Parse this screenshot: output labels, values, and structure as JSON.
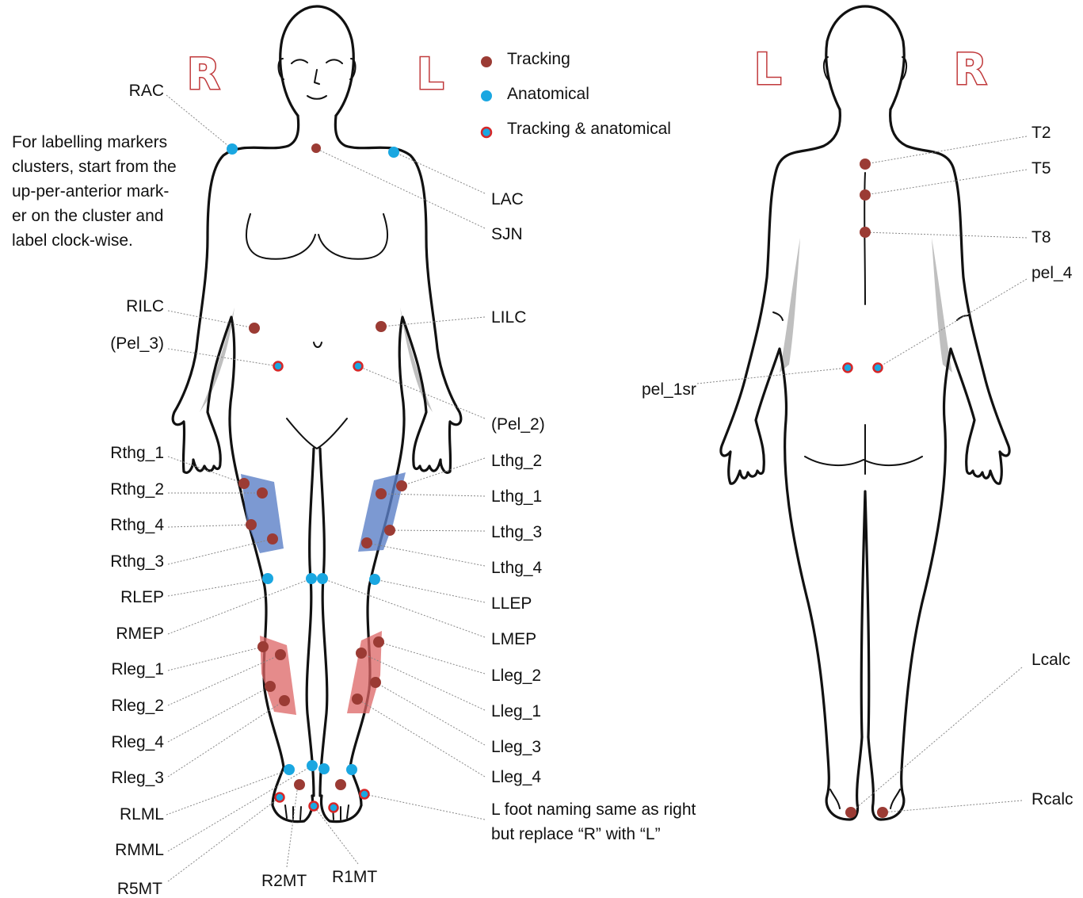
{
  "side_letters": {
    "front_right": "R",
    "front_left": "L",
    "back_left": "L",
    "back_right": "R"
  },
  "legend": [
    {
      "label": "Tracking",
      "type": "tracking"
    },
    {
      "label": "Anatomical",
      "type": "anatomical"
    },
    {
      "label": "Tracking & anatomical",
      "type": "both"
    }
  ],
  "note": "For labelling markers clusters, start from the up-per-anterior mark-er on the cluster and label clock-wise.",
  "footnote": "L foot naming same as right but replace “R” with “L”",
  "colors": {
    "tracking": "#9b3b34",
    "anatomical": "#1aa7e1",
    "ring": "#d62728",
    "thigh_cluster": "#5b80c7",
    "leg_cluster": "#dc6464",
    "side_letter": "#c0393b"
  },
  "front_labels_left": [
    "RAC",
    "RILC",
    "(Pel_3)",
    "Rthg_1",
    "Rthg_2",
    "Rthg_4",
    "Rthg_3",
    "RLEP",
    "RMEP",
    "Rleg_1",
    "Rleg_2",
    "Rleg_4",
    "Rleg_3",
    "RLML",
    "RMML",
    "R5MT"
  ],
  "front_labels_right": [
    "LAC",
    "SJN",
    "LILC",
    "(Pel_2)",
    "Lthg_2",
    "Lthg_1",
    "Lthg_3",
    "Lthg_4",
    "LLEP",
    "LMEP",
    "Lleg_2",
    "Lleg_1",
    "Lleg_3",
    "Lleg_4"
  ],
  "front_labels_bottom": [
    "R2MT",
    "R1MT"
  ],
  "back_labels": [
    "T2",
    "T5",
    "T8",
    "pel_4",
    "pel_1sr",
    "Lcalc",
    "Rcalc"
  ]
}
